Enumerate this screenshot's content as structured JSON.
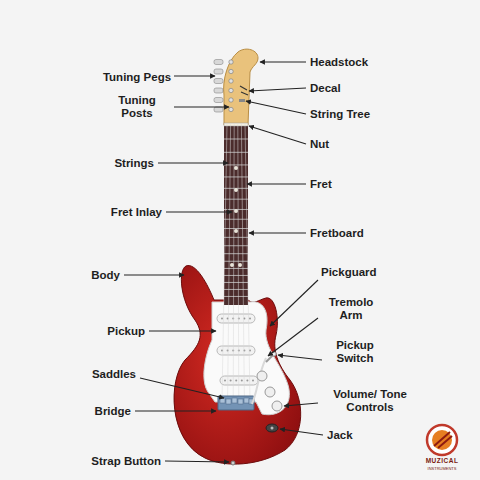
{
  "diagram": {
    "labels": [
      "Headstock",
      "Tuning Pegs",
      "Decal",
      "Tuning Posts",
      "String Tree",
      "Nut",
      "Strings",
      "Fret",
      "Fret Inlay",
      "Fretboard",
      "Pickguard",
      "Body",
      "Tremolo Arm",
      "Pickup",
      "Pickup Switch",
      "Saddles",
      "Volume/ Tone Controls",
      "Jack",
      "Bridge",
      "Strap Button",
      "MUZICAL",
      "INSTRUMENTS"
    ]
  }
}
